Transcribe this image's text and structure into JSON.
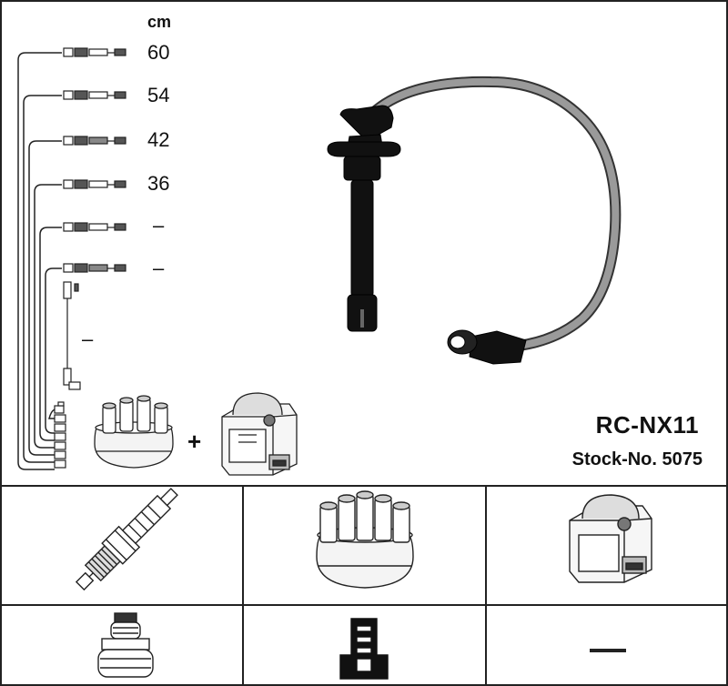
{
  "kit": {
    "part_number": "RC-NX11",
    "stock_label": "Stock-No. 5075"
  },
  "lengths": {
    "unit": "cm",
    "items": [
      "60",
      "54",
      "42",
      "36",
      "–",
      "–"
    ],
    "coil_lead": "–"
  },
  "plus_sign": "+",
  "applications": {
    "spark_plug": "spark-plug",
    "distributor_cap": "distributor-cap",
    "ignition_coil": "ignition-coil",
    "plug_terminal": "plug-terminal",
    "connector_terminal": "connector-terminal",
    "none": "–"
  }
}
